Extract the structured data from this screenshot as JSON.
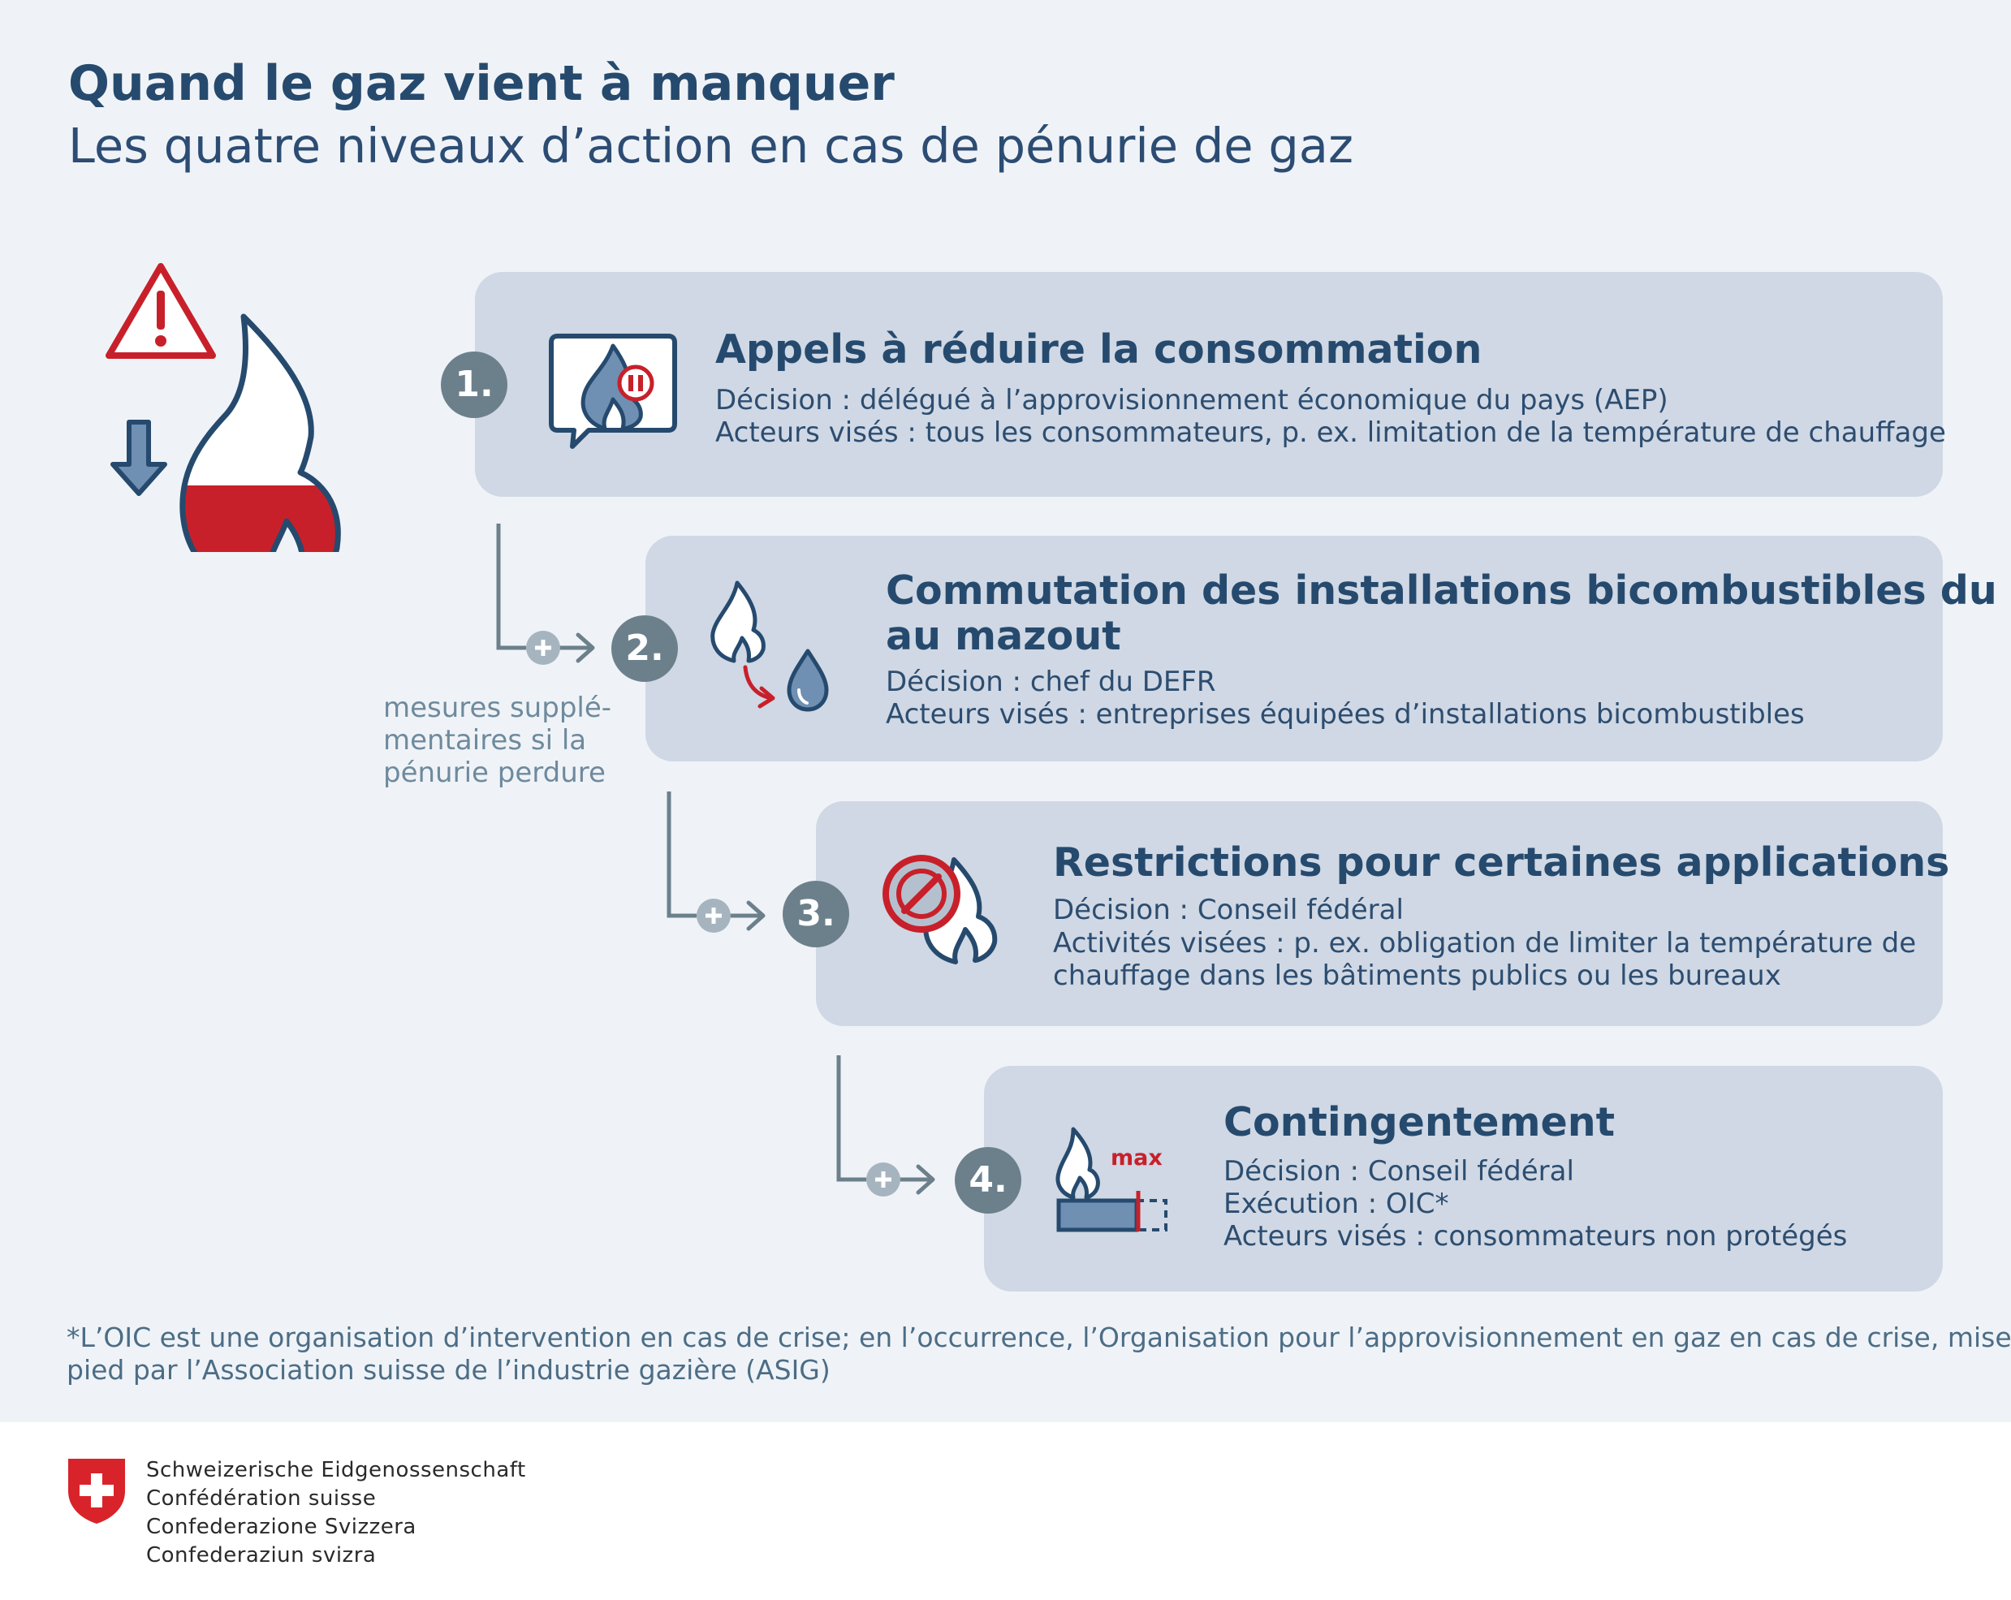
{
  "header": {
    "title": "Quand le gaz vient à manquer",
    "subtitle": "Les quatre niveaux d’action en cas de pénurie de gaz"
  },
  "colors": {
    "navy": "#264a6e",
    "card": "#cfd8e4",
    "badge": "#6c808c",
    "accent_red": "#c8202a",
    "background": "#eff3f7"
  },
  "side_note": {
    "lines": [
      "mesures supplé-",
      "mentaires si la",
      "pénurie perdure"
    ]
  },
  "levels": [
    {
      "number": "1.",
      "icon": "speech-bubble-flame-pause-icon",
      "title_lines": [
        "Appels à réduire la consommation"
      ],
      "lines": [
        "Décision : délégué à l’approvisionnement économique du pays (AEP)",
        "Acteurs visés : tous les consommateurs, p. ex. limitation de la température de chauffage"
      ]
    },
    {
      "number": "2.",
      "icon": "flame-to-oil-drop-icon",
      "title_lines": [
        "Commutation des installations bicombustibles du gaz",
        "au mazout"
      ],
      "lines": [
        "Décision : chef du DEFR",
        "Acteurs visés : entreprises équipées d’installations bicombustibles"
      ]
    },
    {
      "number": "3.",
      "icon": "prohibited-flame-icon",
      "title_lines": [
        "Restrictions pour certaines applications"
      ],
      "lines": [
        "Décision : Conseil fédéral",
        "Activités visées : p. ex. obligation de limiter la température de",
        "chauffage dans les bâtiments publics ou les bureaux"
      ]
    },
    {
      "number": "4.",
      "icon": "flame-max-quota-icon",
      "max_label": "max",
      "title_lines": [
        "Contingentement"
      ],
      "lines": [
        "Décision : Conseil fédéral",
        "Exécution : OIC*",
        "Acteurs visés : consommateurs non protégés"
      ]
    }
  ],
  "footnote": {
    "lines": [
      "*L’OIC est une organisation d’intervention en cas de crise; en l’occurrence, l’Organisation pour l’approvisionnement en gaz en cas de crise, mise sur",
      "pied par l’Association suisse de l’industrie gazière (ASIG)"
    ]
  },
  "confederation": {
    "lines": [
      "Schweizerische Eidgenossenschaft",
      "Confédération suisse",
      "Confederazione Svizzera",
      "Confederaziun svizra"
    ]
  }
}
